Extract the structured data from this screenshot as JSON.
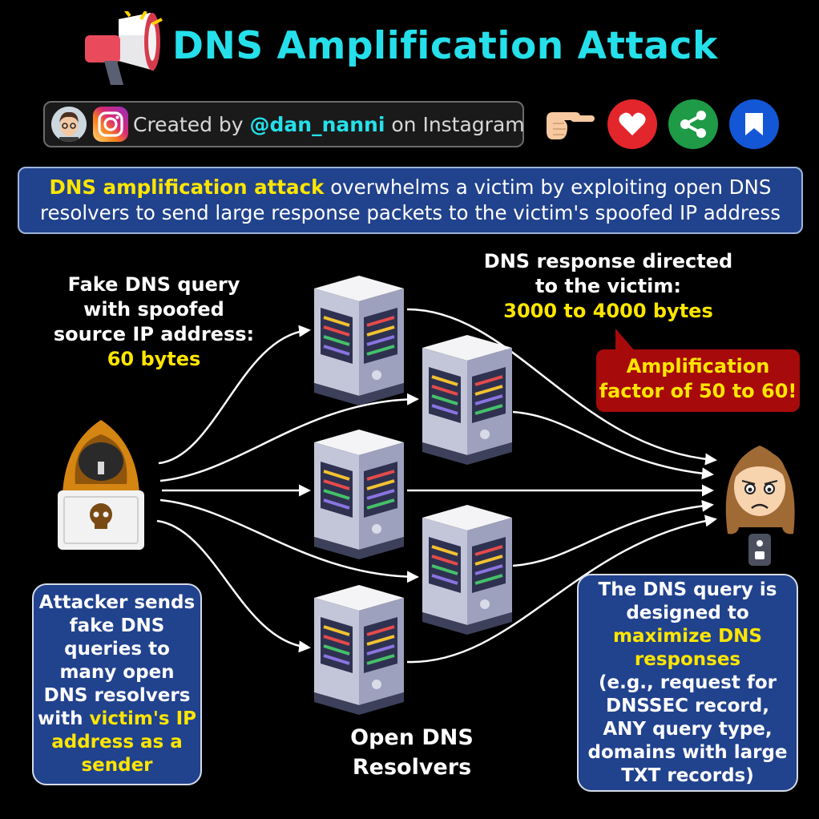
{
  "title": "DNS Amplification Attack",
  "credit": {
    "prefix": "Created by ",
    "handle": "@dan_nanni",
    "suffix": " on Instagram"
  },
  "actions": [
    {
      "icon": "pointing-hand-icon"
    },
    {
      "icon": "heart-icon",
      "color": "#e2262b"
    },
    {
      "icon": "share-icon",
      "color": "#1f9a47"
    },
    {
      "icon": "bookmark-icon",
      "color": "#1357d6"
    }
  ],
  "intro": {
    "highlight": "DNS amplification attack",
    "text_line1_rest": " overwhelms a victim by exploiting open DNS",
    "text_line2": "resolvers to send large response packets to the victim's spoofed IP address"
  },
  "query_label": {
    "line1": "Fake DNS query",
    "line2": "with spoofed",
    "line3": "source IP address:",
    "size": "60 bytes"
  },
  "response_label": {
    "line1": "DNS response directed",
    "line2": "to the victim:",
    "size": "3000 to 4000 bytes"
  },
  "amplification": {
    "line1": "Amplification",
    "line2": "factor of 50 to 60!"
  },
  "attacker_note": {
    "line1": "Attacker sends",
    "line2": "fake DNS",
    "line3": "queries to",
    "line4": "many open",
    "line5": "DNS resolvers",
    "line6a": "with ",
    "line6b": "victim's IP",
    "line7": "address as a",
    "line8": "sender"
  },
  "resolvers_label": {
    "line1": "Open DNS",
    "line2": "Resolvers"
  },
  "query_note": {
    "line1": "The DNS query is",
    "line2": "designed to",
    "line3": "maximize DNS",
    "line4": "responses",
    "line5": "(e.g., request for",
    "line6": "DNSSEC record,",
    "line7": "ANY query type,",
    "line8": "domains with large",
    "line9": "TXT records)"
  },
  "colors": {
    "title": "#25e0ea",
    "highlight": "#ffe600",
    "box_blue": "#21428d",
    "amp_red": "#a70a0a"
  }
}
